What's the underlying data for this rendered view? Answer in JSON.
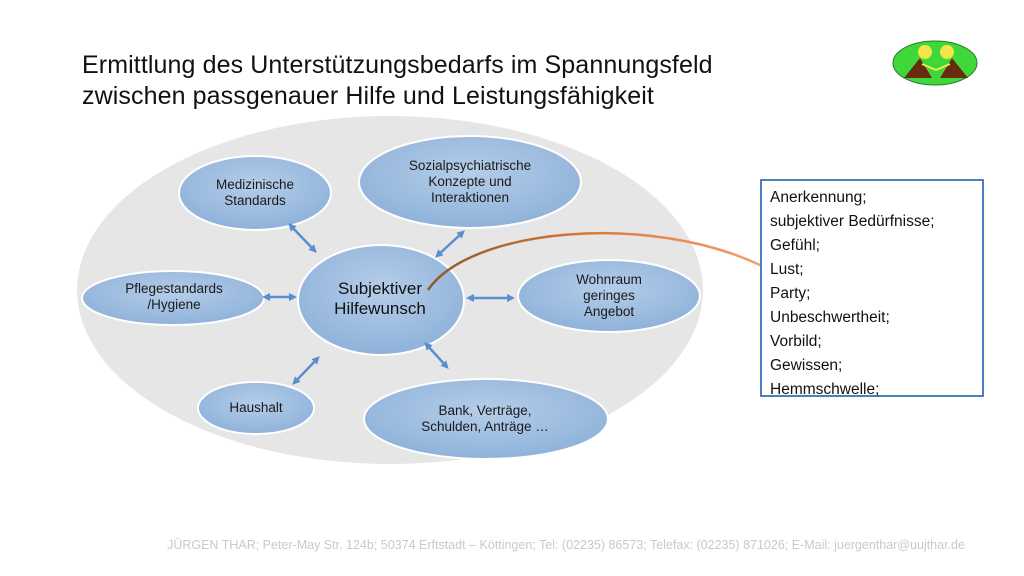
{
  "title": {
    "line1": "Ermittlung des Unterstützungsbedarfs im Spannungsfeld",
    "line2": "zwischen passgenauer Hilfe und Leistungsfähigkeit"
  },
  "nodes": {
    "center": [
      "Subjektiver",
      "Hilfewunsch"
    ],
    "medizin": [
      "Medizinische",
      "Standards"
    ],
    "sozial": [
      "Sozialpsychiatrische",
      "Konzepte und",
      "Interaktionen"
    ],
    "pflege": [
      "Pflegestandards",
      "/Hygiene"
    ],
    "wohnraum": [
      "Wohnraum",
      "geringes",
      "Angebot"
    ],
    "haushalt": [
      "Haushalt"
    ],
    "bank": [
      "Bank, Verträge,",
      "Schulden, Anträge …"
    ]
  },
  "note": {
    "lines": [
      "Anerkennung;",
      "subjektiver Bedürfnisse;",
      "Gefühl;",
      "Lust;",
      "Party;",
      "Unbeschwertheit;",
      "Vorbild;",
      "Gewissen;",
      "Hemmschwelle;"
    ]
  },
  "footer": "JÜRGEN THAR; Peter-May Str. 124b; 50374 Erftstadt – Köttingen; Tel: (02235) 86573; Telefax: (02235) 871026; E-Mail: juergenthar@uujthar.de",
  "colors": {
    "background_ellipse": "#e6e6e6",
    "node_fill": "#9dbcdf",
    "arrow": "#5b8ed0",
    "connector": "#e07b3a",
    "box_border": "#4a7fc1"
  }
}
